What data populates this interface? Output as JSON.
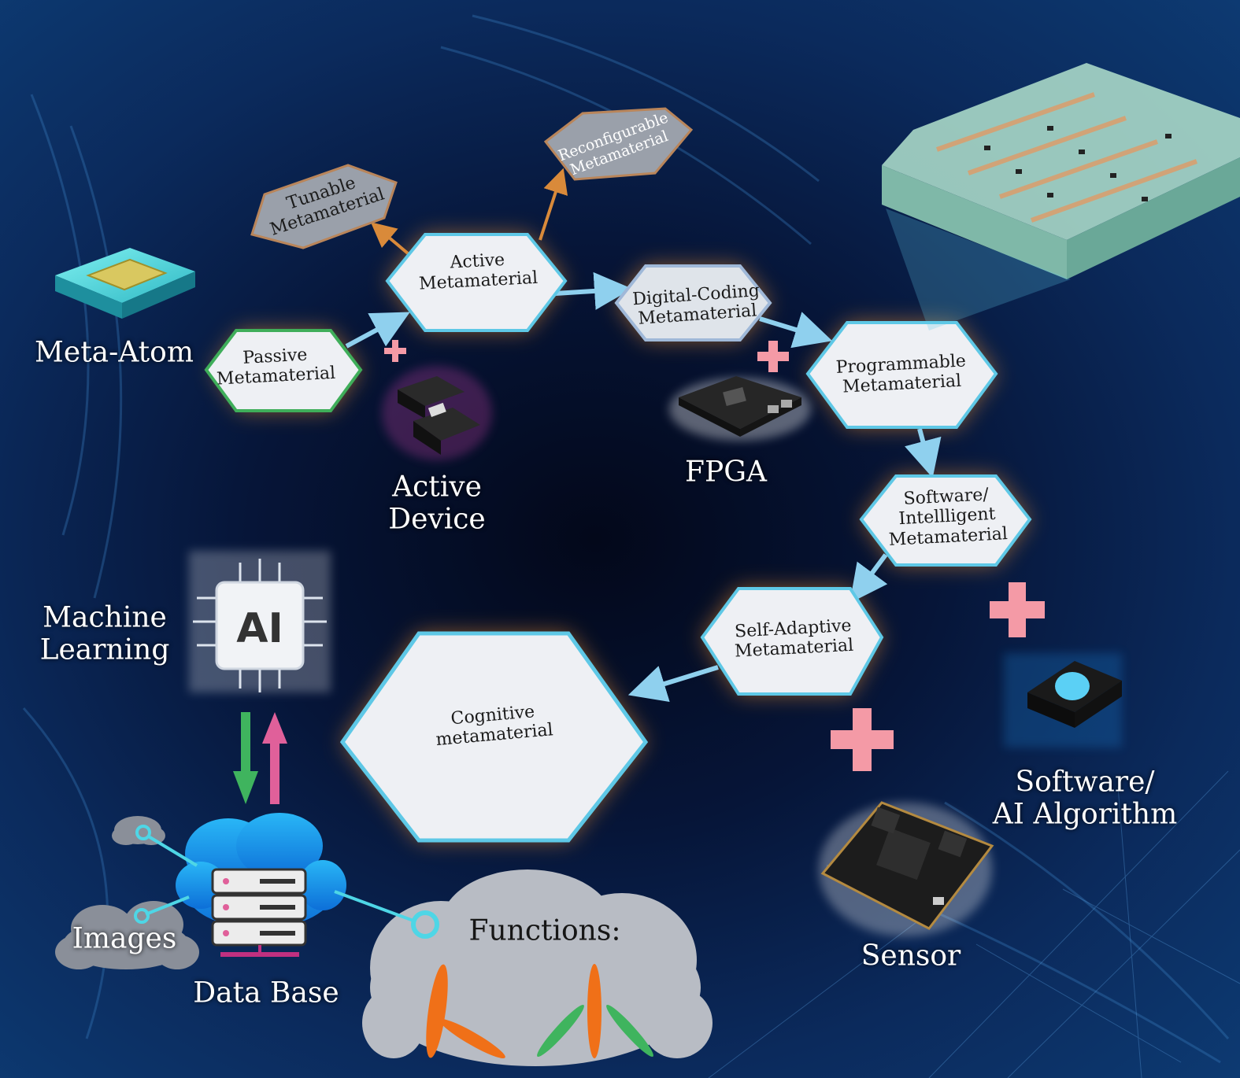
{
  "nodes": {
    "tunable": {
      "lines": [
        "Tunable",
        "Metamaterial"
      ]
    },
    "reconfigurable": {
      "lines": [
        "Reconfigurable",
        "Metamaterial"
      ]
    },
    "active": {
      "lines": [
        "Active",
        "Metamaterial"
      ]
    },
    "passive": {
      "lines": [
        "Passive",
        "Metamaterial"
      ]
    },
    "digital": {
      "lines": [
        "Digital-Coding",
        "Metamaterial"
      ]
    },
    "programmable": {
      "lines": [
        "Programmable",
        "Metamaterial"
      ]
    },
    "software": {
      "lines": [
        "Software/",
        "Intellligent",
        "Metamaterial"
      ]
    },
    "selfadaptive": {
      "lines": [
        "Self-Adaptive",
        "Metamaterial"
      ]
    },
    "cognitive": {
      "lines": [
        "Cognitive",
        "metamaterial"
      ]
    }
  },
  "labels": {
    "meta_atom": [
      "Meta-Atom"
    ],
    "active_device": [
      "Active",
      "Device"
    ],
    "fpga": [
      "FPGA"
    ],
    "machine_learning": [
      "Machine",
      "Learning"
    ],
    "ai_chip": [
      "AI"
    ],
    "software_ai": [
      "Software/",
      "AI Algorithm"
    ],
    "sensor": [
      "Sensor"
    ],
    "images": [
      "Images"
    ],
    "data_base": [
      "Data Base"
    ],
    "functions": [
      "Functions:"
    ]
  },
  "colors": {
    "hex_fill": "#eef0f4",
    "hex_border_green": "#3fae5a",
    "hex_border_cyan": "#5ec8e6",
    "hex_grey": "#9aa0aa",
    "hex_grey_border": "#b9855a",
    "arrow_blue": "#8fd0ee",
    "arrow_orange": "#d98a3a",
    "plus_pink": "#f49aa6",
    "glow_orange": "#ff9a2a",
    "arrow_green": "#3fb45e",
    "arrow_magenta": "#e0609a"
  },
  "icons": [
    "meta-atom-cube-icon",
    "active-device-chip-icon",
    "fpga-board-icon",
    "ai-chip-icon",
    "brain-chip-icon",
    "sensor-board-icon",
    "database-cloud-icon",
    "metasurface-panel-icon",
    "beam-pattern-icon"
  ]
}
